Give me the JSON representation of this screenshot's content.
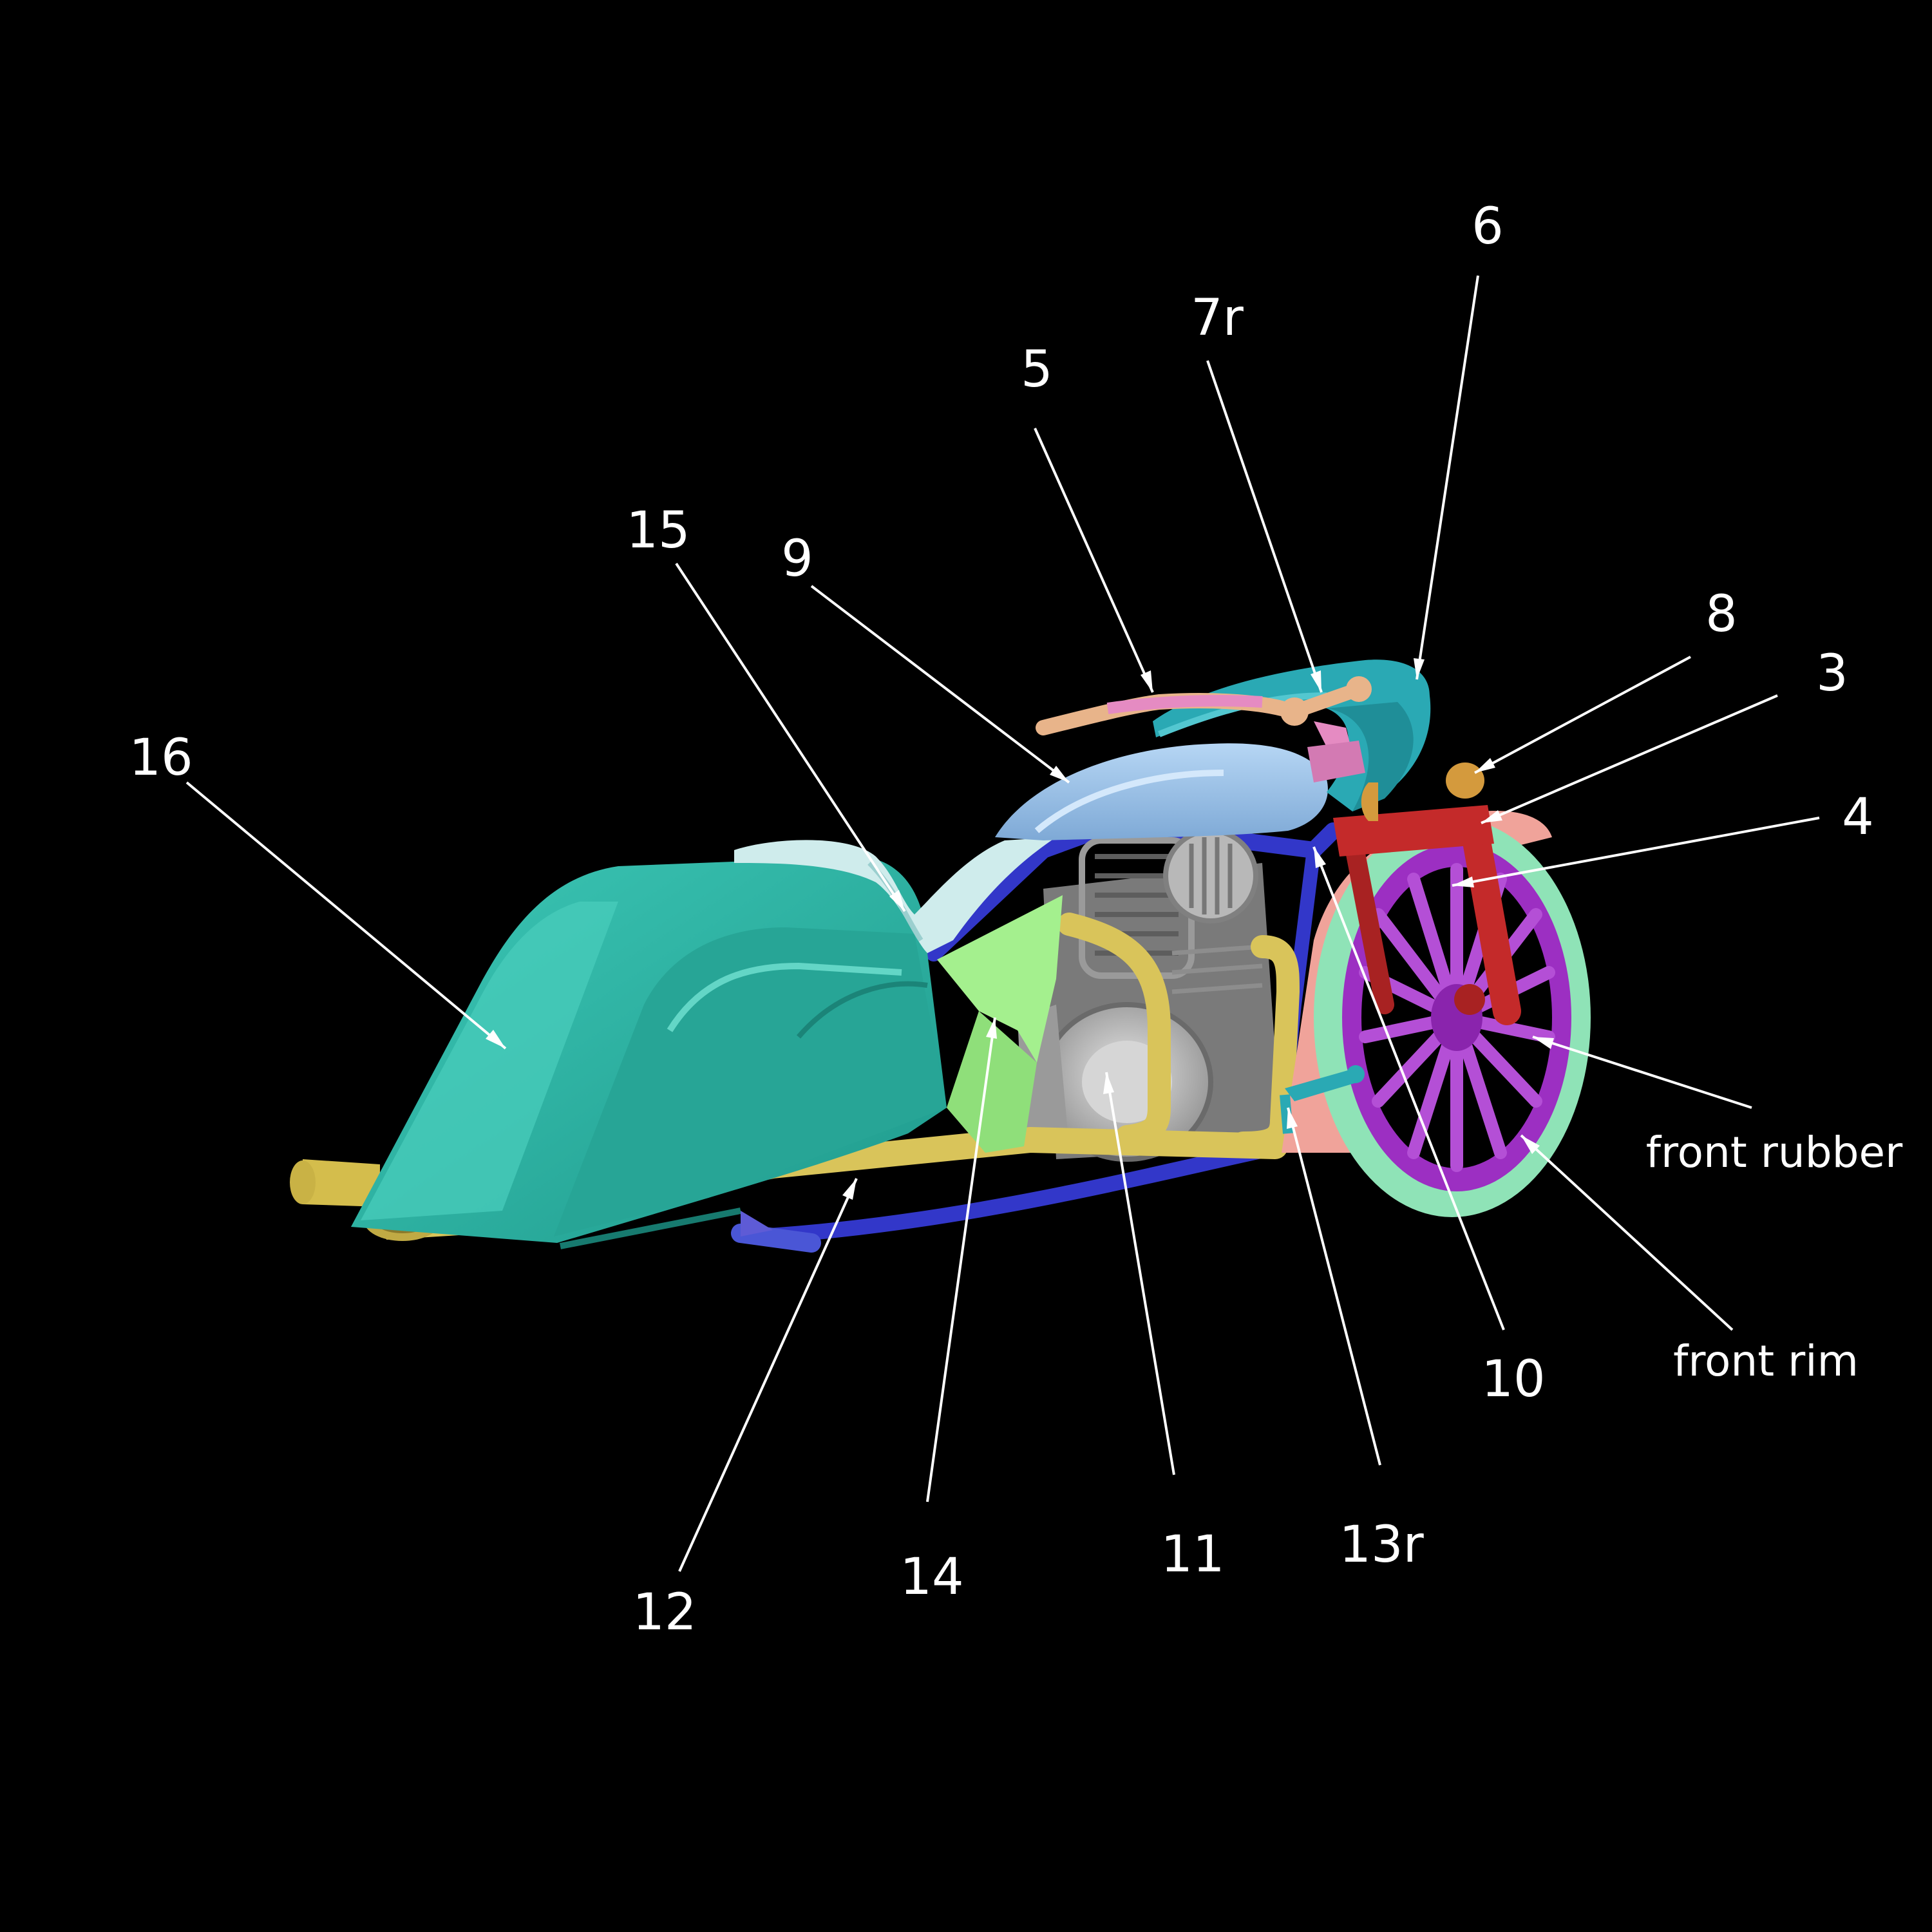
{
  "diagram": {
    "background": "#000000",
    "callouts": [
      {
        "id": "16",
        "label": "16"
      },
      {
        "id": "15",
        "label": "15"
      },
      {
        "id": "9",
        "label": "9"
      },
      {
        "id": "5",
        "label": "5"
      },
      {
        "id": "7r",
        "label": "7r"
      },
      {
        "id": "6",
        "label": "6"
      },
      {
        "id": "8",
        "label": "8"
      },
      {
        "id": "3",
        "label": "3"
      },
      {
        "id": "4",
        "label": "4"
      },
      {
        "id": "front-rubber",
        "label": "front rubber"
      },
      {
        "id": "front-rim",
        "label": "front rim"
      },
      {
        "id": "10",
        "label": "10"
      },
      {
        "id": "13r",
        "label": "13r"
      },
      {
        "id": "11",
        "label": "11"
      },
      {
        "id": "14",
        "label": "14"
      },
      {
        "id": "12",
        "label": "12"
      }
    ],
    "part_colors": {
      "saddlebag": "#2fb8a8",
      "tank": "#9cc4ea",
      "seat": "#cfecec",
      "fairing": "#2aa9b4",
      "frame": "#3237c9",
      "engine": "#c9c9c9",
      "exhaust": "#d9c45a",
      "fender": "#f0a39a",
      "fork": "#c42a2a",
      "rim": "#9c2fc2",
      "tire": "#8fe3b7",
      "side-cover": "#a4f08e",
      "handlebar": "#e8b48a",
      "brace": "#e58bc2",
      "lamp": "#d49a3d"
    }
  }
}
